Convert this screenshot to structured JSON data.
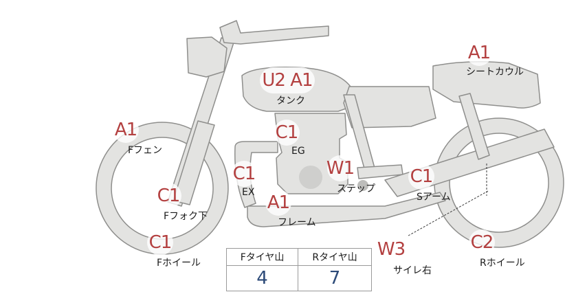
{
  "colors": {
    "grade_text": "#b34040",
    "bike_fill": "#e3e3e1",
    "bike_stroke": "#8e8e8c",
    "table_value": "#2c4a78"
  },
  "parts": [
    {
      "key": "seat-cowl",
      "grade": "A1",
      "label": "シートカウル"
    },
    {
      "key": "tank",
      "grade": "U2 A1",
      "label": "タンク"
    },
    {
      "key": "front-fender",
      "grade": "A1",
      "label": "Fフェン"
    },
    {
      "key": "engine",
      "grade": "C1",
      "label": "EG"
    },
    {
      "key": "exhaust",
      "grade": "C1",
      "label": "EX"
    },
    {
      "key": "step",
      "grade": "W1",
      "label": "ステップ"
    },
    {
      "key": "swing-arm",
      "grade": "C1",
      "label": "Sアーム"
    },
    {
      "key": "front-fork-lower",
      "grade": "C1",
      "label": "Fフォク下"
    },
    {
      "key": "frame",
      "grade": "A1",
      "label": "フレーム"
    },
    {
      "key": "side-cover-right",
      "grade": "W3",
      "label": "サイレ右"
    },
    {
      "key": "front-wheel",
      "grade": "C1",
      "label": "Fホイール"
    },
    {
      "key": "rear-wheel",
      "grade": "C2",
      "label": "Rホイール"
    }
  ],
  "tread_table": {
    "headers": [
      "Fタイヤ山",
      "Rタイヤ山"
    ],
    "values": [
      "4",
      "7"
    ]
  }
}
